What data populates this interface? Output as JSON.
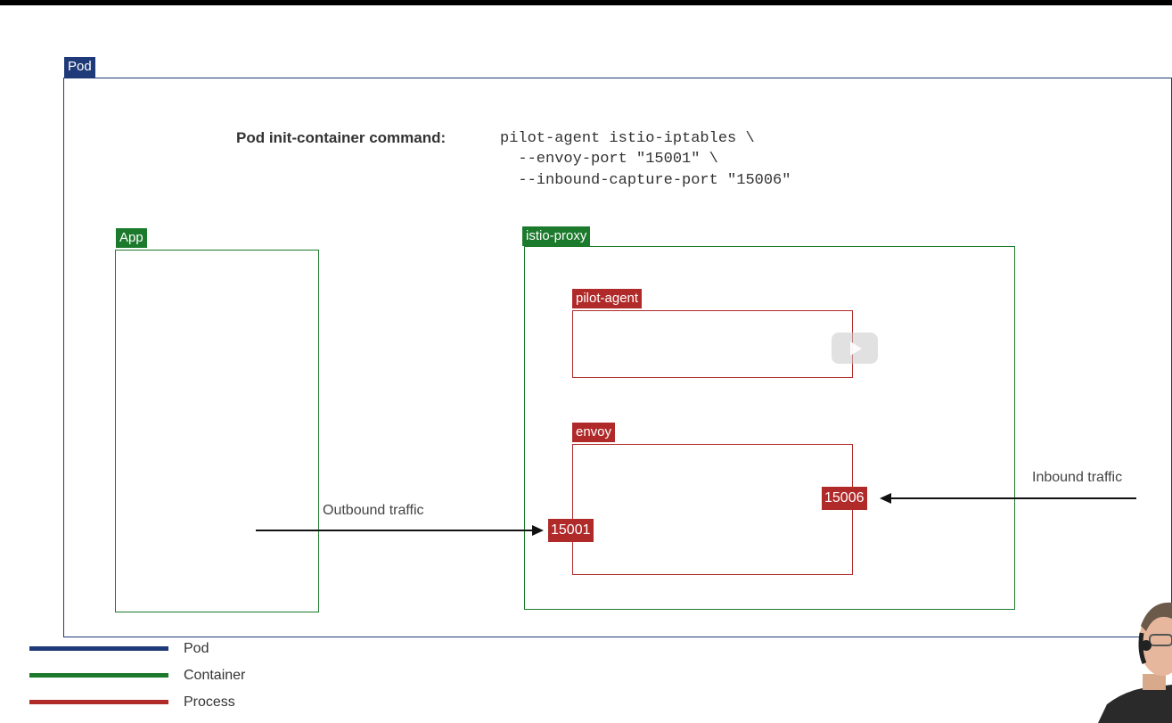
{
  "pod": {
    "label": "Pod"
  },
  "command": {
    "label": "Pod init-container command:",
    "lines": [
      "pilot-agent istio-iptables \\",
      "  --envoy-port \"15001\" \\",
      "  --inbound-capture-port \"15006\""
    ]
  },
  "containers": {
    "app": "App",
    "proxy": "istio-proxy"
  },
  "processes": {
    "pilot_agent": "pilot-agent",
    "envoy": "envoy"
  },
  "ports": {
    "outbound": "15001",
    "inbound": "15006"
  },
  "traffic": {
    "outbound": "Outbound traffic",
    "inbound": "Inbound traffic"
  },
  "legend": [
    {
      "label": "Pod",
      "color": "#1f3a78"
    },
    {
      "label": "Container",
      "color": "#1c7a2c"
    },
    {
      "label": "Process",
      "color": "#b02a2a"
    }
  ],
  "colors": {
    "pod": "#1f3a78",
    "container": "#1c7a2c",
    "process": "#b02a2a"
  }
}
